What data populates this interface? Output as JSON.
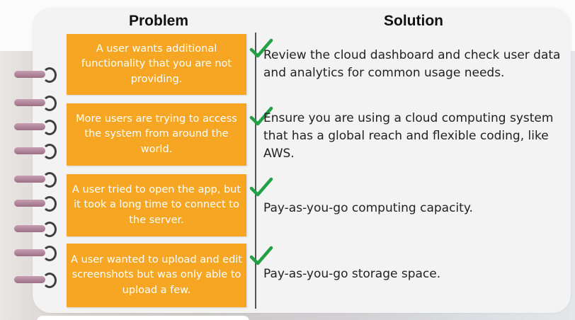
{
  "headers": {
    "problem": "Problem",
    "solution": "Solution"
  },
  "rows": [
    {
      "problem": "A user wants additional functionality that you are not providing.",
      "solution": "Review the cloud dashboard and check user data and analytics for common usage needs."
    },
    {
      "problem": "More users are trying to access the system from around the world.",
      "solution": "Ensure you are using a cloud computing system that has a global reach and flexible coding, like AWS."
    },
    {
      "problem": "A user tried to open the app, but it took a long time to connect to the server.",
      "solution": "Pay-as-you-go computing capacity."
    },
    {
      "problem": "A user wanted to upload and edit screenshots but was only able to upload a few.",
      "solution": "Pay-as-you-go storage space."
    }
  ],
  "colors": {
    "problem_box": "#f6a623",
    "checkmark": "#22a046",
    "card": "#f3f3f3"
  },
  "icons": {
    "checkmark": "checkmark-icon",
    "binder_ring": "binder-ring-icon"
  }
}
